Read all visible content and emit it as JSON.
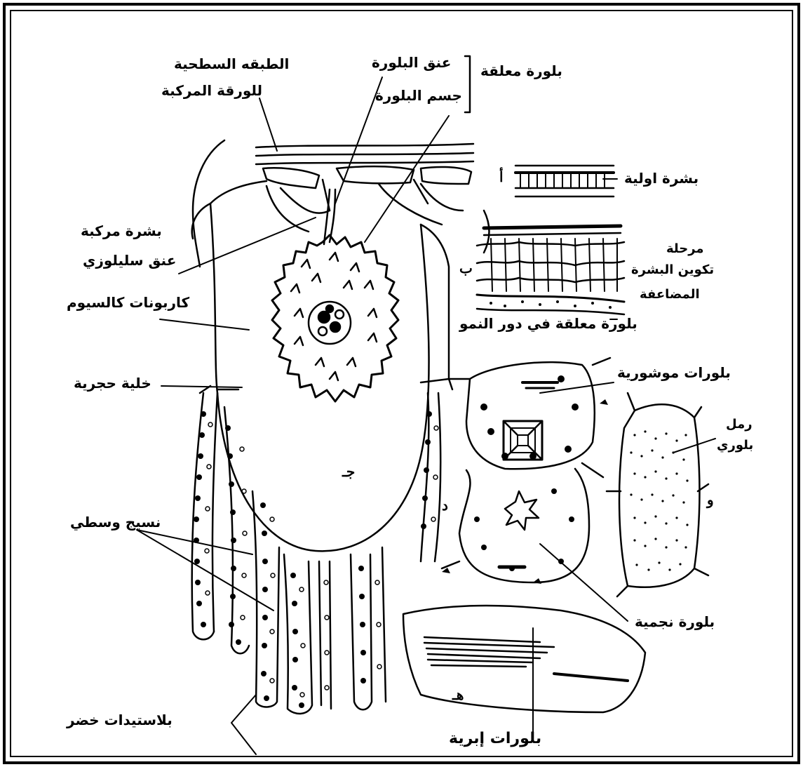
{
  "labels": {
    "surface_layer_line1": "الطبقه السطحية",
    "surface_layer_line2": "للورقة المركبة",
    "crystal_neck": "عنق البلورة",
    "crystal_body": "جسم البلورة",
    "suspended_crystal": "بلورة معلقة",
    "compound_epidermis": "بشرة مركبة",
    "cellulose_neck": "عنق سليلوزي",
    "calcium_carbonate": "كاربونات كالسيوم",
    "stone_cell": "خلية حجرية",
    "mesophyll": "نسيج وسطي",
    "chloroplasts": "بلاستيدات خضر",
    "primary_epidermis": "بشرة اولية",
    "multiple_epidermis_stage_line1": "مرحلة",
    "multiple_epidermis_stage_line2": "تكوين البشرة",
    "multiple_epidermis_stage_line3": "المضاعفة",
    "developing_crystal": "بلورة معلقة في دور النمو",
    "prismatic_crystals": "بلورات موشورية",
    "crystal_sand_line1": "رمل",
    "crystal_sand_line2": "بلوري",
    "druse": "بلورة نجمية",
    "raphides": "بلورات إبرية"
  },
  "letters": {
    "a": "أ",
    "b": "ب",
    "j": "جـ",
    "d": "د",
    "h": "هـ",
    "w": "و"
  }
}
